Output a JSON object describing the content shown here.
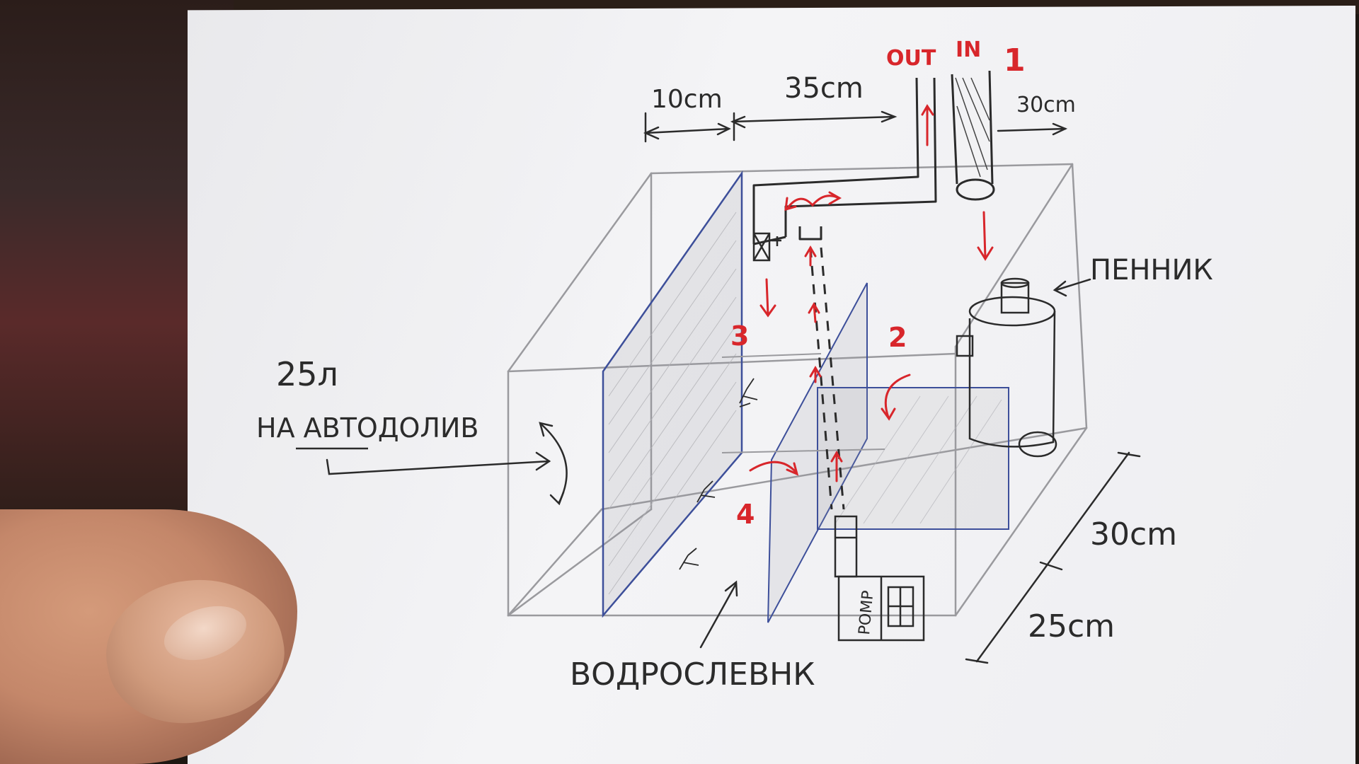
{
  "labels": {
    "out": "OUT",
    "in": "IN",
    "num1": "1",
    "num2": "2",
    "num3": "3",
    "num4": "4",
    "dim_10": "10cm",
    "dim_35": "35cm",
    "dim_30_top": "30cm",
    "dim_30_side": "30cm",
    "dim_25": "25cm",
    "skimmer": "ПЕННИК",
    "volume": "25л",
    "autotopoff": "НА АВТОДОЛИВ",
    "algae": "ВОДРОСЛЕВНК",
    "pump": "POMP"
  },
  "colors": {
    "pencil": "#2b2b2b",
    "pencil_light": "#8d8d90",
    "red_ink": "#d8262b",
    "blue_line": "#3d4f9a",
    "paper": "#f1f1f3"
  }
}
